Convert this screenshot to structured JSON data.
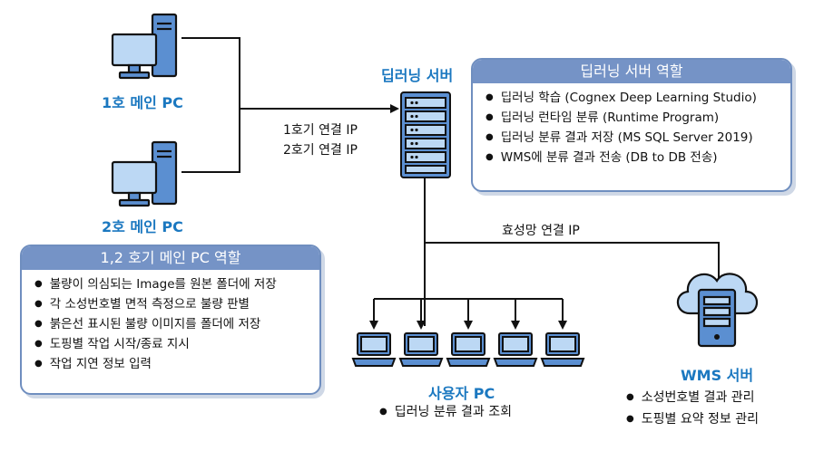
{
  "pc1": {
    "label": "1호 메인 PC"
  },
  "pc2": {
    "label": "2호 메인 PC"
  },
  "server": {
    "label": "딥러닝 서버"
  },
  "connection": {
    "line1": "1호기 연결 IP",
    "line2": "2호기 연결 IP",
    "hyosung": "효성망 연결 IP"
  },
  "server_roles": {
    "title": "딥러닝 서버 역할",
    "items": [
      "딥러닝 학습 (Cognex Deep Learning Studio)",
      "딥러닝 런타임 분류 (Runtime Program)",
      "딥러닝 분류 결과 저장 (MS SQL Server 2019)",
      "WMS에 분류 결과 전송 (DB to DB 전송)"
    ]
  },
  "pc_roles": {
    "title": "1,2 호기 메인 PC 역할",
    "items": [
      "불량이 의심되는 Image를 원본 폴더에 저장",
      "각 소성번호별 면적 측정으로 불량 판별",
      "붉은선 표시된 불량 이미지를 폴더에 저장",
      "도핑별 작업 시작/종료 지시",
      "작업 지연 정보 입력"
    ]
  },
  "user_pc": {
    "label": "사용자 PC",
    "items": [
      "딥러닝 분류 결과 조회"
    ]
  },
  "wms": {
    "label": "WMS 서버",
    "items": [
      "소성번호별 결과 관리",
      "도핑별 요약 정보 관리"
    ]
  },
  "colors": {
    "accent_blue": "#1b78c0",
    "header_blue": "#7593c6",
    "icon_light": "#bcd8f4",
    "icon_mid": "#5b8fd1"
  }
}
